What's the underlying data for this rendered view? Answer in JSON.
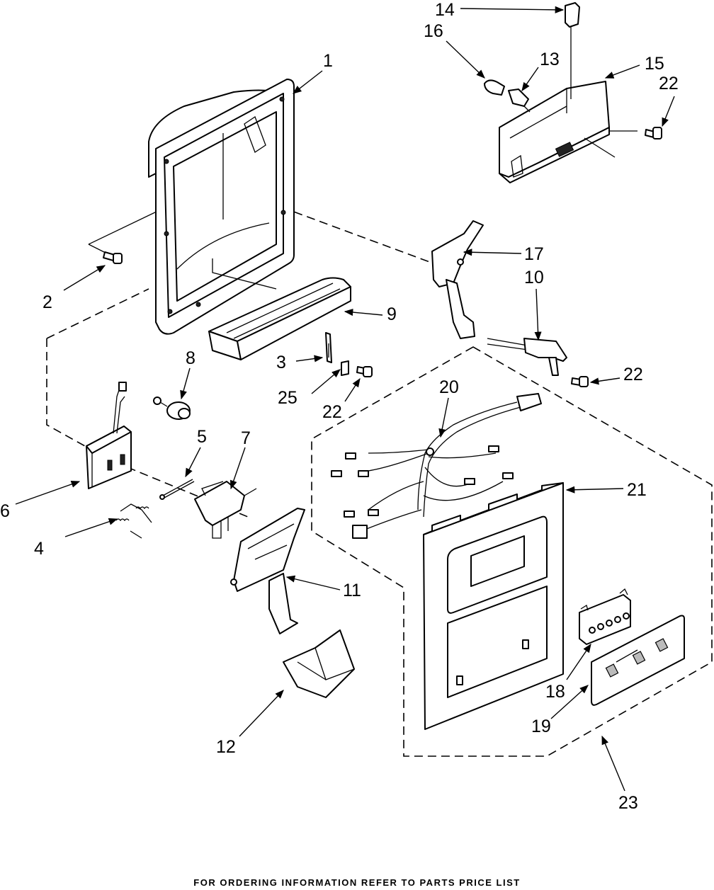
{
  "callouts": [
    {
      "id": "1",
      "label": "1"
    },
    {
      "id": "2",
      "label": "2"
    },
    {
      "id": "3",
      "label": "3"
    },
    {
      "id": "4",
      "label": "4"
    },
    {
      "id": "5",
      "label": "5"
    },
    {
      "id": "6",
      "label": "6"
    },
    {
      "id": "7",
      "label": "7"
    },
    {
      "id": "8",
      "label": "8"
    },
    {
      "id": "9",
      "label": "9"
    },
    {
      "id": "10",
      "label": "10"
    },
    {
      "id": "11",
      "label": "11"
    },
    {
      "id": "12",
      "label": "12"
    },
    {
      "id": "13",
      "label": "13"
    },
    {
      "id": "14",
      "label": "14"
    },
    {
      "id": "15",
      "label": "15"
    },
    {
      "id": "16",
      "label": "16"
    },
    {
      "id": "17",
      "label": "17"
    },
    {
      "id": "18",
      "label": "18"
    },
    {
      "id": "19",
      "label": "19"
    },
    {
      "id": "20",
      "label": "20"
    },
    {
      "id": "21",
      "label": "21"
    },
    {
      "id": "22a",
      "label": "22"
    },
    {
      "id": "22b",
      "label": "22"
    },
    {
      "id": "22c",
      "label": "22"
    },
    {
      "id": "23",
      "label": "23"
    },
    {
      "id": "25",
      "label": "25"
    }
  ],
  "footer": "FOR ORDERING INFORMATION REFER TO PARTS PRICE LIST"
}
